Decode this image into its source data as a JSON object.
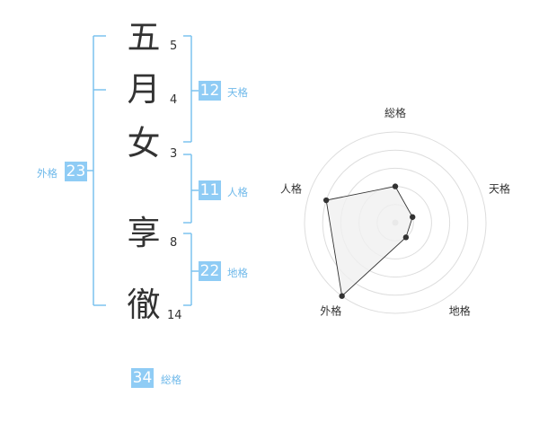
{
  "characters": [
    {
      "char": "五",
      "strokes": "5"
    },
    {
      "char": "月",
      "strokes": "4"
    },
    {
      "char": "女",
      "strokes": "3"
    },
    {
      "char": "享",
      "strokes": "8"
    },
    {
      "char": "徹",
      "strokes": "14"
    }
  ],
  "kaku": {
    "tenkaku": {
      "value": "12",
      "label": "天格"
    },
    "jinkaku": {
      "value": "11",
      "label": "人格"
    },
    "chikaku": {
      "value": "22",
      "label": "地格"
    },
    "gaikaku": {
      "value": "23",
      "label": "外格"
    },
    "soukaku": {
      "value": "34",
      "label": "総格"
    }
  },
  "chart_data": {
    "type": "radar",
    "axes": [
      "総格",
      "天格",
      "地格",
      "外格",
      "人格"
    ],
    "values": [
      2,
      1,
      1,
      5,
      4
    ],
    "range": [
      0,
      5
    ],
    "rings": 5,
    "grid": true,
    "colors": {
      "fill": "#f0f0f0",
      "stroke": "#333333",
      "grid": "#dddddd",
      "center": "#cccccc"
    }
  }
}
